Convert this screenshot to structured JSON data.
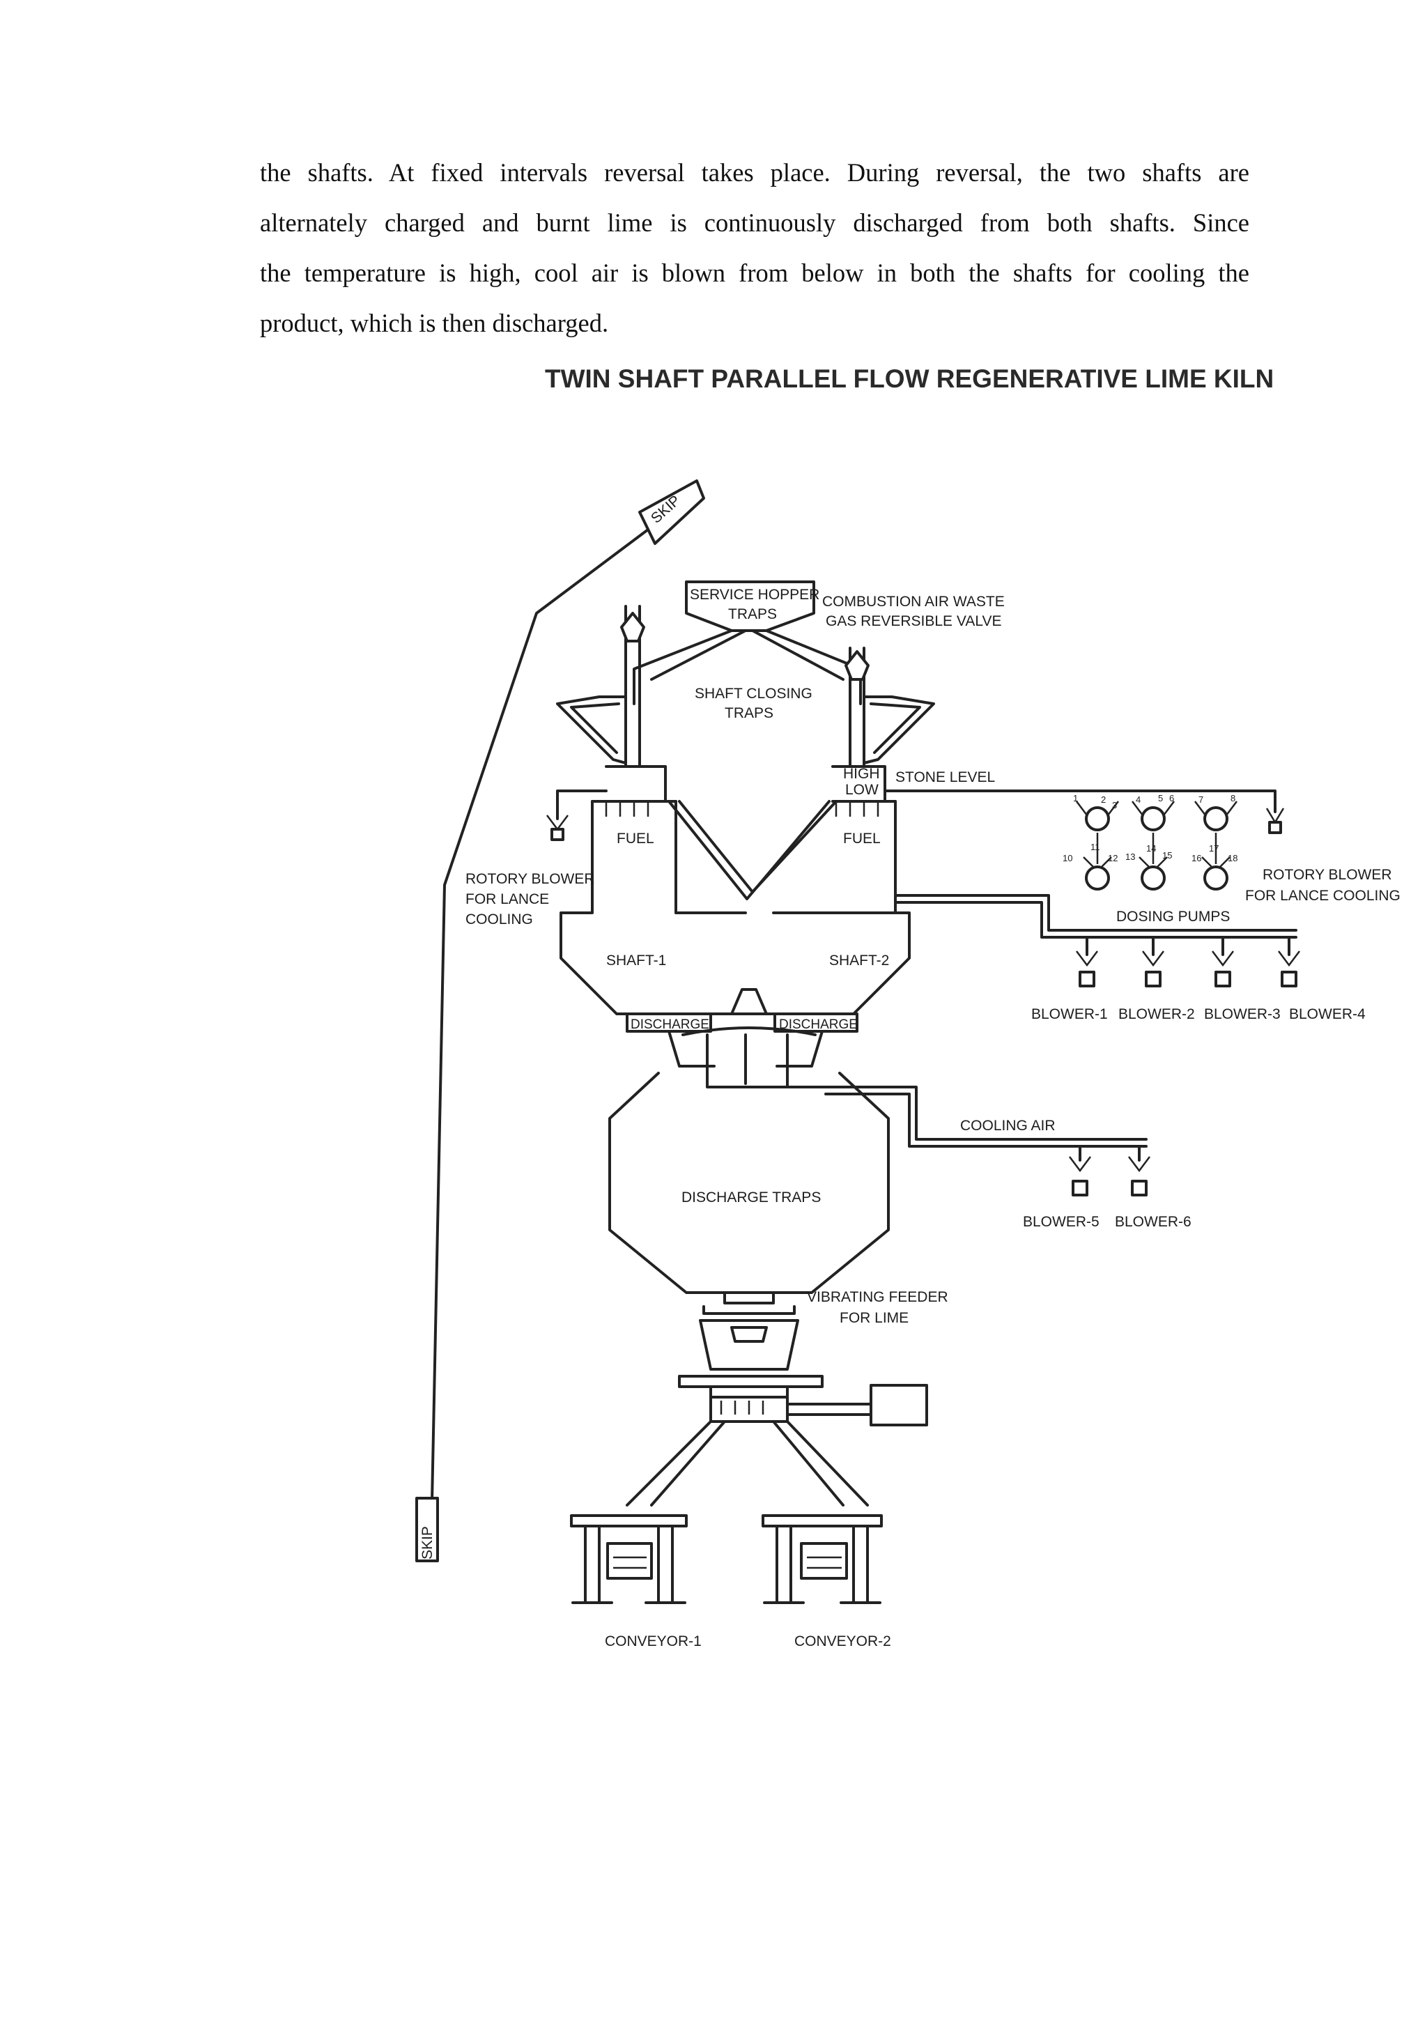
{
  "paragraph": {
    "lines": [
      "the shafts.  At fixed  intervals  reversal takes place. During  reversal,  the two shafts are",
      "alternately charged and burnt lime is continuously discharged from both shafts. Since",
      "the temperature is high, cool air is blown from below in both the shafts for cooling the",
      "product, which is then discharged."
    ]
  },
  "figure": {
    "title": "TWIN SHAFT PARALLEL FLOW REGENERATIVE LIME KILN",
    "labels": {
      "skip_top": "SKIP",
      "skip_bottom": "SKIP",
      "service_hopper_1": "SERVICE HOPPER",
      "service_hopper_2": "TRAPS",
      "combustion_1": "COMBUSTION AIR WASTE",
      "combustion_2": "GAS REVERSIBLE VALVE",
      "shaft_closing_1": "SHAFT CLOSING",
      "shaft_closing_2": "TRAPS",
      "high": "HIGH",
      "low": "LOW",
      "stone_level": "STONE LEVEL",
      "fuel_left": "FUEL",
      "fuel_right": "FUEL",
      "rotary_left_1": "ROTORY BLOWER",
      "rotary_left_2": "FOR LANCE",
      "rotary_left_3": "COOLING",
      "rotary_right_1": "ROTORY BLOWER",
      "rotary_right_2": "FOR LANCE COOLING",
      "dosing_pumps": "DOSING PUMPS",
      "shaft1": "SHAFT-1",
      "shaft2": "SHAFT-2",
      "discharge_left": "DISCHARGE",
      "discharge_right": "DISCHARGE",
      "blower1": "BLOWER-1",
      "blower2": "BLOWER-2",
      "blower3": "BLOWER-3",
      "blower4": "BLOWER-4",
      "cooling_air": "COOLING AIR",
      "discharge_traps": "DISCHARGE TRAPS",
      "blower5": "BLOWER-5",
      "blower6": "BLOWER-6",
      "vibrating_1": "VIBRATING FEEDER",
      "vibrating_2": "FOR LIME",
      "conveyor1": "CONVEYOR-1",
      "conveyor2": "CONVEYOR-2"
    },
    "pump_numbers": [
      "1",
      "2",
      "3",
      "4",
      "5",
      "6",
      "7",
      "8",
      "10",
      "11",
      "12",
      "13",
      "14",
      "15",
      "16",
      "17",
      "18"
    ]
  }
}
